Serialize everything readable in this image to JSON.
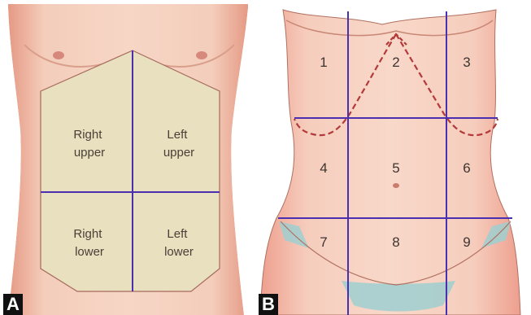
{
  "panels": {
    "a": {
      "tag": "A",
      "quadrants": {
        "right_upper": [
          "Right",
          "upper"
        ],
        "left_upper": [
          "Left",
          "upper"
        ],
        "right_lower": [
          "Right",
          "lower"
        ],
        "left_lower": [
          "Left",
          "lower"
        ]
      }
    },
    "b": {
      "tag": "B",
      "regions": [
        "1",
        "2",
        "3",
        "4",
        "5",
        "6",
        "7",
        "8",
        "9"
      ]
    }
  },
  "colors": {
    "skin": "#f2c6b4",
    "skin_shade": "#e8a48f",
    "quadrant_fill": "#e9e0bf",
    "grid_line": "#4a2fb0",
    "rib_line": "#b23a3a",
    "pelvis_blue": "#9fcfd0"
  }
}
